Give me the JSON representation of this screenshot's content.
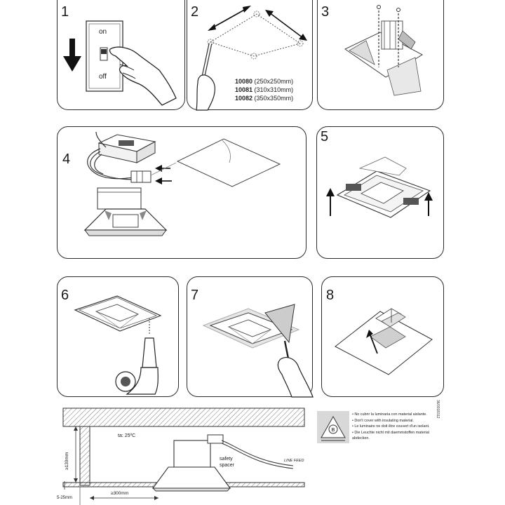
{
  "steps": {
    "s1": {
      "number": "1",
      "switch_on": "on",
      "switch_off": "off"
    },
    "s2": {
      "number": "2",
      "models": [
        {
          "code": "10080",
          "size": "(250x250mm)"
        },
        {
          "code": "10081",
          "size": "(310x310mm)"
        },
        {
          "code": "10082",
          "size": "(350x350mm)"
        }
      ]
    },
    "s3": {
      "number": "3"
    },
    "s4": {
      "number": "4"
    },
    "s5": {
      "number": "5"
    },
    "s6": {
      "number": "6"
    },
    "s7": {
      "number": "7"
    },
    "s8": {
      "number": "8"
    }
  },
  "side_code": "36/0018312",
  "section": {
    "temp": "ta: 25ºC",
    "safety_spacer_1": "safety",
    "safety_spacer_2": "spacer",
    "line_feed": "LINE FEED",
    "dim_height": "≥130mm",
    "dim_width": "≥300mm",
    "dim_thickness": "5-25mm"
  },
  "warnings": [
    "• No cubrir la luminaria con material aislante.",
    "• Don't cover with insulating material.",
    "• Le luminaire ne doit être couvert d'un isolant.",
    "• Die Leuchte nicht mit daemmstoffen material",
    "  abdecken."
  ]
}
